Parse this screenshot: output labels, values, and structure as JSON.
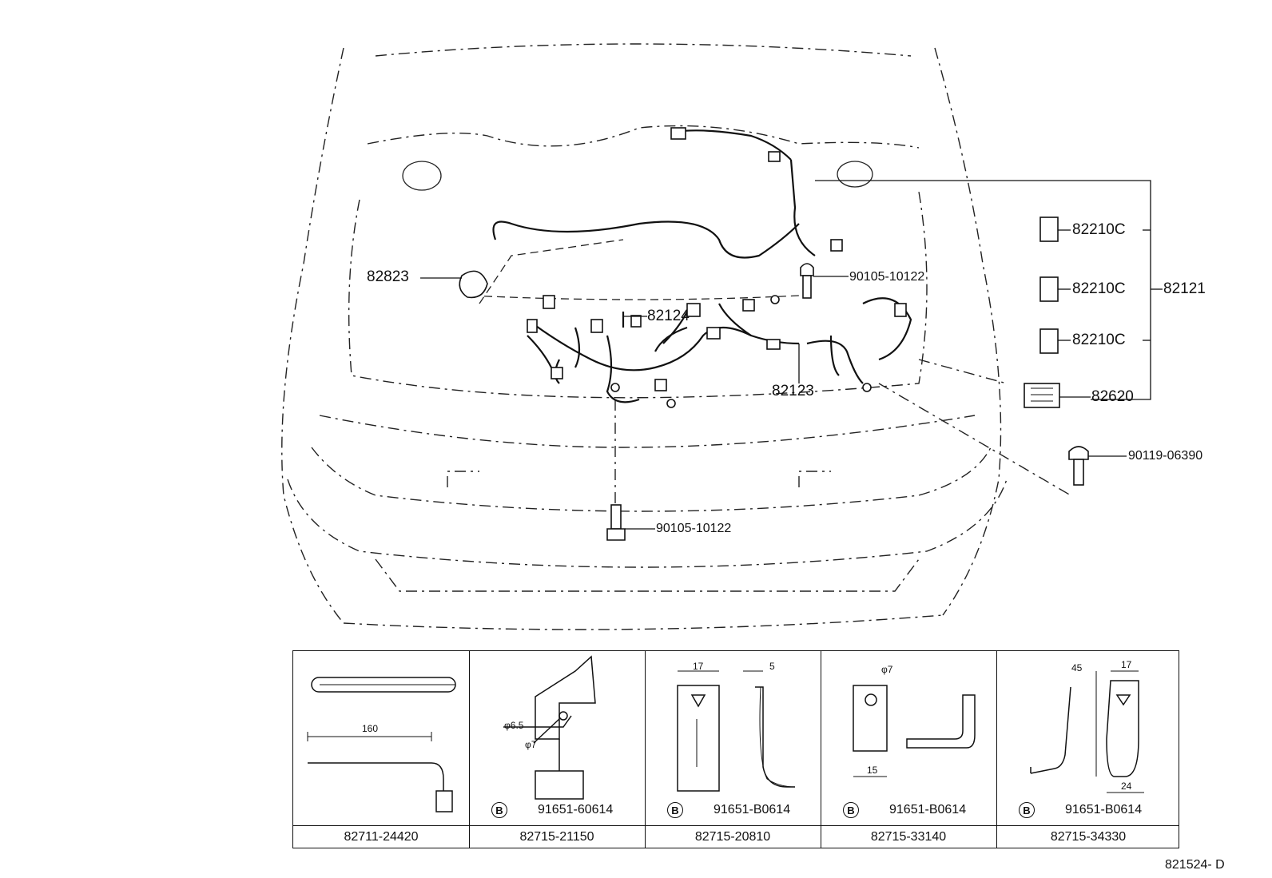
{
  "callouts": {
    "c82823": "82823",
    "c82124": "82124",
    "c82123": "82123",
    "c90105_top": "90105-10122",
    "c90105_bottom": "90105-10122",
    "c82210_1": "82210C",
    "c82210_2": "82210C",
    "c82210_3": "82210C",
    "c82121": "82121",
    "c82620": "82620",
    "c90119": "90119-06390"
  },
  "table": {
    "cells": [
      {
        "code": "82711-24420",
        "bolt": "",
        "dims": [
          "160"
        ]
      },
      {
        "code": "82715-21150",
        "bolt": "91651-60614",
        "dims": [
          "φ6.5",
          "φ7"
        ]
      },
      {
        "code": "82715-20810",
        "bolt": "91651-B0614",
        "dims": [
          "17",
          "5"
        ]
      },
      {
        "code": "82715-33140",
        "bolt": "91651-B0614",
        "dims": [
          "φ7",
          "15"
        ]
      },
      {
        "code": "82715-34330",
        "bolt": "91651-B0614",
        "dims": [
          "45",
          "17",
          "24"
        ]
      }
    ],
    "bolt_marker": "B"
  },
  "drawing_code": "821524- D",
  "icons": [
    "engine-bay-outline",
    "wire-harness",
    "connector",
    "bolt",
    "relay",
    "clamp",
    "bracket"
  ]
}
